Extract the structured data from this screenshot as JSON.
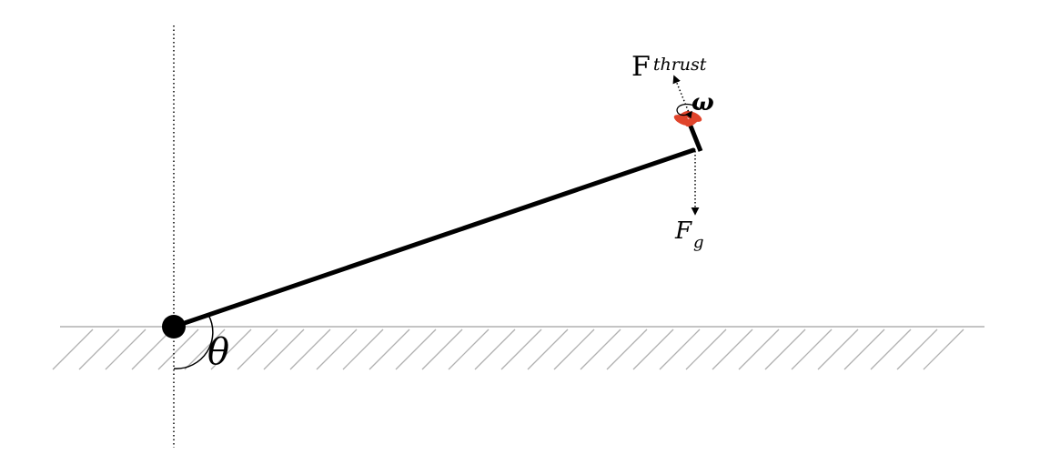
{
  "diagram": {
    "labels": {
      "angle": "θ",
      "angular_velocity": "ω",
      "gravity_force": {
        "main": "F",
        "subscript": "g"
      },
      "thrust_force": {
        "main": "F",
        "subscript": "thrust"
      }
    },
    "colors": {
      "line": "#000000",
      "ground": "#b0b0b0",
      "propeller": "#e0442b",
      "background": "#ffffff"
    }
  }
}
